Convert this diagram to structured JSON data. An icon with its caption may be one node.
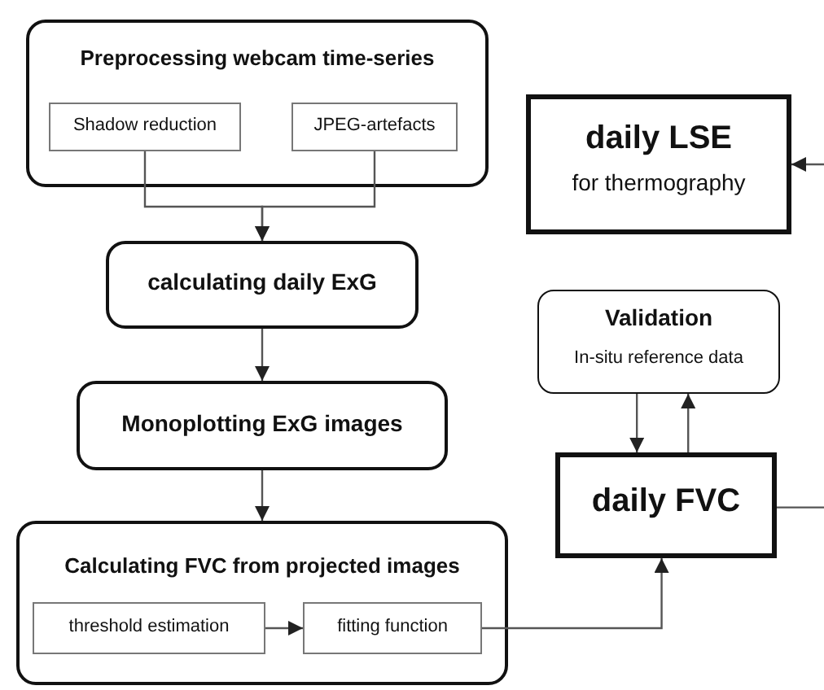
{
  "diagram": {
    "nodes": [
      {
        "text": [
          "Preprocessing webcam time-series"
        ]
      },
      {
        "text": [
          "Shadow reduction"
        ],
        "in": 0
      },
      {
        "text": [
          "JPEG-artefacts"
        ],
        "in": 0
      },
      {
        "text": [
          "calculating daily ExG"
        ]
      },
      {
        "text": [
          "Monoplotting ExG images"
        ]
      },
      {
        "text": [
          "Calculating FVC from projected images"
        ]
      },
      {
        "text": [
          "threshold estimation"
        ],
        "in": 5
      },
      {
        "text": [
          "fitting function"
        ],
        "in": 5
      },
      {
        "text": [
          "daily LSE",
          "for thermography"
        ]
      },
      {
        "text": [
          "Validation",
          "In-situ reference data"
        ]
      },
      {
        "text": [
          "daily FVC"
        ]
      }
    ],
    "edges": [
      {
        "from": 1,
        "to": 3,
        "arrow": "to"
      },
      {
        "from": 2,
        "to": 3,
        "arrow": "to"
      },
      {
        "from": 3,
        "to": 4,
        "arrow": "to"
      },
      {
        "from": 4,
        "to": 5,
        "arrow": "to"
      },
      {
        "from": 6,
        "to": 7,
        "arrow": "to"
      },
      {
        "from": 7,
        "to": 10,
        "arrow": "to"
      },
      {
        "from": 10,
        "to": 9,
        "arrow": "to"
      },
      {
        "from": 9,
        "to": 10,
        "arrow": "to"
      },
      {
        "from": null,
        "to": 8,
        "arrow": "to"
      },
      {
        "from": 10,
        "to": null,
        "arrow": "none"
      }
    ]
  }
}
